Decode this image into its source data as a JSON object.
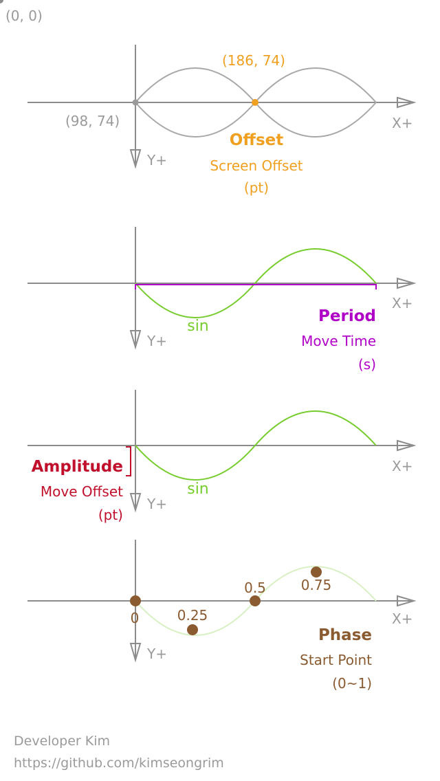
{
  "origin_label": "(0, 0)",
  "axis_labels": {
    "x": "X+",
    "y": "Y+"
  },
  "colors": {
    "axis": "#8c8c8c",
    "offset": "#f0a020",
    "period": "#b000c8",
    "amplitude": "#c0102c",
    "phase": "#8a5a30",
    "sine": "#76cc2c",
    "sine_faint": "#d9f0c4",
    "muted": "#9a9a9a"
  },
  "panels": {
    "offset": {
      "point_left": "(98, 74)",
      "point_center": "(186, 74)",
      "title": "Offset",
      "desc": "Screen Offset",
      "unit": "(pt)"
    },
    "period": {
      "curve_label": "sin",
      "title": "Period",
      "desc": "Move Time",
      "unit": "(s)"
    },
    "amplitude": {
      "curve_label": "sin",
      "title": "Amplitude",
      "desc": "Move Offset",
      "unit": "(pt)"
    },
    "phase": {
      "points": [
        "0",
        "0.25",
        "0.5",
        "0.75"
      ],
      "title": "Phase",
      "desc": "Start Point",
      "unit": "(0~1)"
    }
  },
  "footer": {
    "author": "Developer Kim",
    "url": "https://github.com/kimseongrim"
  }
}
